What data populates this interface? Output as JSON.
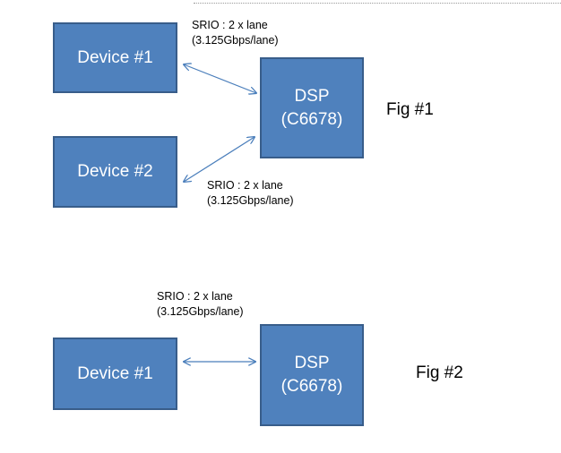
{
  "fig1": {
    "device1": {
      "label": "Device #1"
    },
    "device2": {
      "label": "Device #2"
    },
    "dsp": {
      "line1": "DSP",
      "line2": "(C6678)"
    },
    "link1": {
      "line1": "SRIO : 2 x lane",
      "line2": "(3.125Gbps/lane)"
    },
    "link2": {
      "line1": "SRIO : 2 x lane",
      "line2": "(3.125Gbps/lane)"
    },
    "caption": "Fig #1"
  },
  "fig2": {
    "device1": {
      "label": "Device #1"
    },
    "dsp": {
      "line1": "DSP",
      "line2": "(C6678)"
    },
    "link1": {
      "line1": "SRIO : 2 x lane",
      "line2": "(3.125Gbps/lane)"
    },
    "caption": "Fig #2"
  },
  "colors": {
    "box_fill": "#4f81bd",
    "box_border": "#385d8a",
    "arrow": "#4a7ebb"
  }
}
